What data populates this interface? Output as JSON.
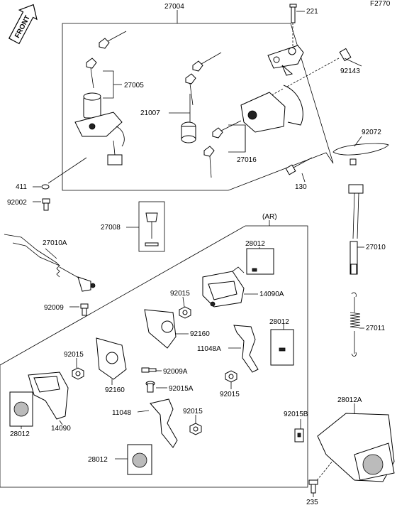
{
  "figure_code": "F2770",
  "front_label": "FRONT",
  "group_ar": "(AR)",
  "labels": {
    "p27004": "27004",
    "p221": "221",
    "p92143": "92143",
    "p27005": "27005",
    "p21007": "21007",
    "p27016": "27016",
    "p92072": "92072",
    "p411": "411",
    "p130": "130",
    "p92002": "92002",
    "p27008": "27008",
    "p27010a": "27010A",
    "p28012_a": "28012",
    "p27010": "27010",
    "p92015_a": "92015",
    "p14090a": "14090A",
    "p92009": "92009",
    "p28012_b": "28012",
    "p92160_a": "92160",
    "p27011": "27011",
    "p11048a": "11048A",
    "p92015_b": "92015",
    "p92009a": "92009A",
    "p14090": "14090",
    "p92160_b": "92160",
    "p92015a": "92015A",
    "p92015_c": "92015",
    "p28012_c": "28012",
    "p28012a": "28012A",
    "p11048": "11048",
    "p92015_d": "92015",
    "p92015b": "92015B",
    "p28012_d": "28012",
    "p235": "235"
  }
}
